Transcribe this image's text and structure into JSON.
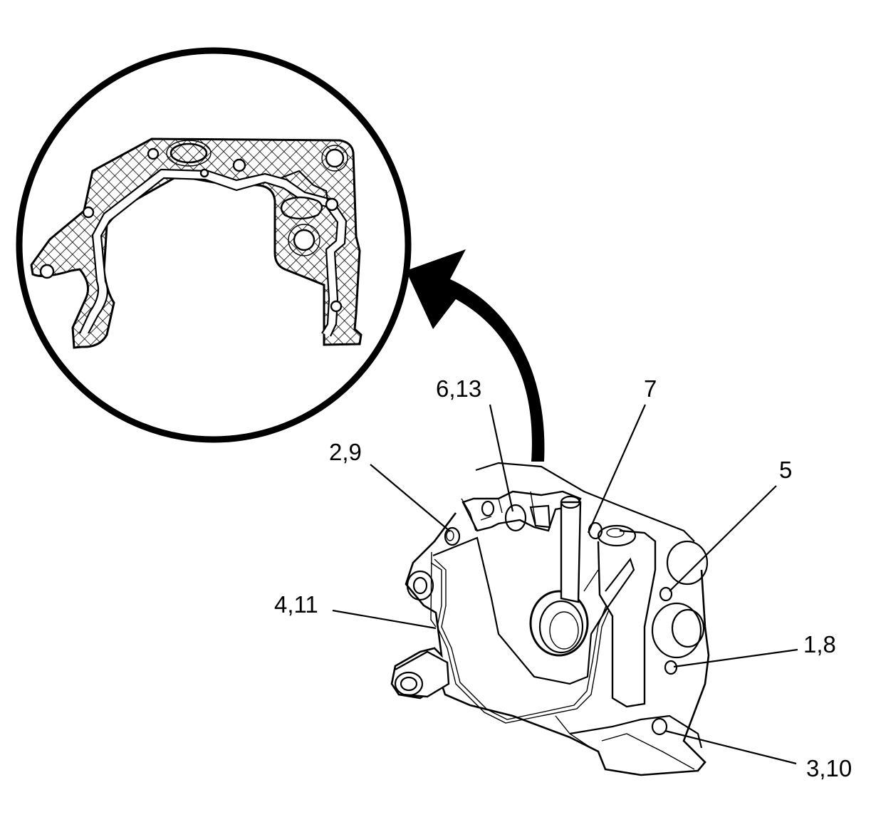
{
  "callouts": [
    {
      "id": "c-6-13",
      "label": "6,13"
    },
    {
      "id": "c-7",
      "label": "7"
    },
    {
      "id": "c-2-9",
      "label": "2,9"
    },
    {
      "id": "c-5",
      "label": "5"
    },
    {
      "id": "c-4-11",
      "label": "4,11"
    },
    {
      "id": "c-1-8",
      "label": "1,8"
    },
    {
      "id": "c-3-10",
      "label": "3,10"
    }
  ],
  "colors": {
    "ink": "#000000",
    "paper": "#ffffff"
  }
}
